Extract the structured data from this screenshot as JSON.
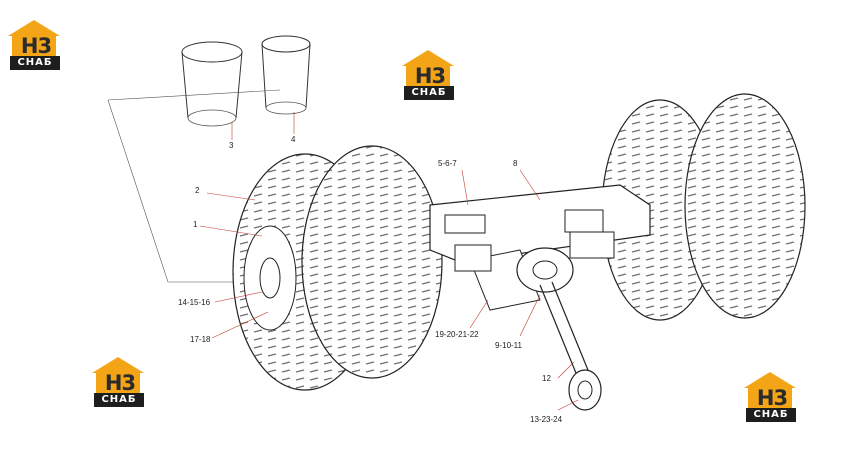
{
  "logos": [
    {
      "mark": "H3",
      "tag": "CHAБ"
    },
    {
      "mark": "H3",
      "tag": "CHAБ"
    },
    {
      "mark": "H3",
      "tag": "CHAБ"
    },
    {
      "mark": "H3",
      "tag": "CHAБ"
    }
  ],
  "callouts": {
    "c1": "1",
    "c2": "2",
    "c3": "3",
    "c4": "4",
    "c5": "5-6-7",
    "c8": "8",
    "c9": "9-10-11",
    "c12": "12",
    "c13": "13-23-24",
    "c14": "14-15-16",
    "c17": "17-18",
    "c19": "19-20-21-22"
  },
  "colors": {
    "brand": "#f4a417",
    "ink": "#222222",
    "leader": "#c0392b"
  }
}
